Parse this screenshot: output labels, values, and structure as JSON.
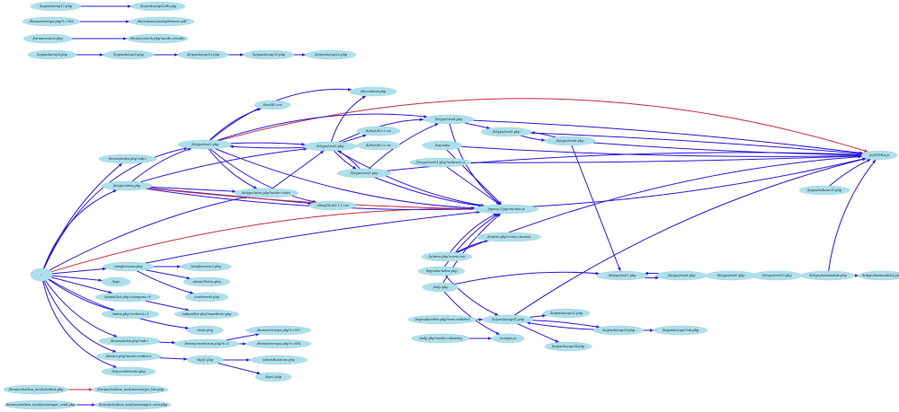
{
  "graph": {
    "colors": {
      "node_fill": "#ade0ec",
      "edge_blue": "#2a1ad6",
      "edge_red": "#c82a42"
    },
    "nodes": [
      {
        "id": "root",
        "label": "/"
      },
      {
        "id": "agenda_cap12",
        "label": "/b/genda/cap12.php"
      },
      {
        "id": "agenda_cap12ok",
        "label": "/b/genda/cap12ok.php"
      },
      {
        "id": "forum_verosa",
        "label": "/forum/verospa.php?t=393"
      },
      {
        "id": "documents",
        "label": "/documents/undsp0fmewe.pdf"
      },
      {
        "id": "forum_search",
        "label": "/forum/search.php"
      },
      {
        "id": "forum_search_results",
        "label": "/forum/search.php?mode=results"
      },
      {
        "id": "agenda_cap8",
        "label": "/b/genda/cap8.php"
      },
      {
        "id": "agenda_cap9",
        "label": "/b/genda/cap9.php"
      },
      {
        "id": "agenda_cap10",
        "label": "/b/genda/cap10.php"
      },
      {
        "id": "agenda_cap21",
        "label": "/b/genda/cap21.php"
      },
      {
        "id": "agenda_cap22",
        "label": "/b/genda/cap22.php"
      },
      {
        "id": "blocontent",
        "label": "/blocontent.php"
      },
      {
        "id": "foot_ess",
        "label": "/foot/B3.css"
      },
      {
        "id": "forum_index_sub",
        "label": "/forum/index.php?sub="
      },
      {
        "id": "typo_test1",
        "label": "/b/typo/test1.php"
      },
      {
        "id": "typo_test2",
        "label": "/b/typo/test2.php"
      },
      {
        "id": "typo_test3",
        "label": "/b/typo/test3.php"
      },
      {
        "id": "typo_test4",
        "label": "/b/typo/test4.php"
      },
      {
        "id": "typo_test5",
        "label": "/b/typo/test5.php"
      },
      {
        "id": "typo_test6",
        "label": "/b/typo/test6.php"
      },
      {
        "id": "typo_test7",
        "label": "/b/typo/test7.php"
      },
      {
        "id": "typo_test8",
        "label": "/b/typo/test8.php"
      },
      {
        "id": "typo_test9",
        "label": "/b/typo/test9.php"
      },
      {
        "id": "typo_test10",
        "label": "/b/typo/test10.php"
      },
      {
        "id": "typo_test01_redir",
        "label": "/b/typo/test01.php?redirect=2"
      },
      {
        "id": "typo_intro",
        "label": "/b/typo/intro.php"
      },
      {
        "id": "typo_intro_mode",
        "label": "/b/typo/intro.php?mode=intro"
      },
      {
        "id": "foot_b2_1",
        "label": "/b/foot/B2-1.css"
      },
      {
        "id": "foot_b2_2",
        "label": "/b/foot/B2-2.css"
      },
      {
        "id": "agenda_root",
        "label": "/b/genda/"
      },
      {
        "id": "skin",
        "label": "/skin/JSLDS-1.1.css"
      },
      {
        "id": "jquery",
        "label": "/jquery-2/jquery-min.js"
      },
      {
        "id": "extra_js",
        "label": "/js/EXTRA.js"
      },
      {
        "id": "agenda_base",
        "label": "/b/genda/base01.php"
      },
      {
        "id": "intro_corso",
        "label": "/b/intro.php?corso=karma"
      },
      {
        "id": "intro_ex",
        "label": "/b/intro.php?corso=ex"
      },
      {
        "id": "agenda_index",
        "label": "/b/genda/index.php"
      },
      {
        "id": "help",
        "label": "/help.php"
      },
      {
        "id": "singlerooms",
        "label": "/singlerooms.php"
      },
      {
        "id": "singlerooms2",
        "label": "/singlerooms2.php"
      },
      {
        "id": "about",
        "label": "/about/Notes.php"
      },
      {
        "id": "b_go",
        "label": "/b/go"
      },
      {
        "id": "codeverdo",
        "label": "/codeverdo.php"
      },
      {
        "id": "admin_cat",
        "label": "/admin/list.php?categoria=P"
      },
      {
        "id": "admin_manif",
        "label": "/admin/list.php?manifesto.php"
      },
      {
        "id": "index_redir",
        "label": "/index.php?redirect=1"
      },
      {
        "id": "stats",
        "label": "/stats.php"
      },
      {
        "id": "forum_index_sub2",
        "label": "/forum/index.php?sub="
      },
      {
        "id": "forum_viewforum",
        "label": "/forum/viewforum.php?f=1"
      },
      {
        "id": "forum_verosa597",
        "label": "/forum/verospa.php?t=597"
      },
      {
        "id": "forum_verosa494",
        "label": "/forum/verospa.php?t=494"
      },
      {
        "id": "intro_mode_redir",
        "label": "/b/intro.php?mode=redirect"
      },
      {
        "id": "ilgo1",
        "label": "/ilgo1.php"
      },
      {
        "id": "identificazione",
        "label": "/identificazione.php"
      },
      {
        "id": "ilgo2",
        "label": "/ilgo2.php"
      },
      {
        "id": "codeverdo2",
        "label": "/b/go/codeverdo.php"
      },
      {
        "id": "agenda_index_redir",
        "label": "/b/genda/index.php?mm=redirect"
      },
      {
        "id": "agenda_cap01",
        "label": "/b/genda/cap01.php"
      },
      {
        "id": "agenda_cap02",
        "label": "/b/genda/cap02.php"
      },
      {
        "id": "agenda_cap03",
        "label": "/b/genda/cap03.php"
      },
      {
        "id": "agenda_cap03ok",
        "label": "/b/genda/cap03ok.php"
      },
      {
        "id": "agenda_cap04",
        "label": "/b/genda/cap04.php"
      },
      {
        "id": "help_mode",
        "label": "/help.php?mode=ekvastiq"
      },
      {
        "id": "scrigno",
        "label": "/scrigno.js"
      },
      {
        "id": "typo_lastmo",
        "label": "/b/typo/lastmodule.php"
      },
      {
        "id": "typo_lastmo2",
        "label": "/b/typo/lastmodule2.php"
      },
      {
        "id": "chatbox_chat",
        "label": "/forum/chatbox_mod/chatbox.php"
      },
      {
        "id": "chatbox_list",
        "label": "/forum/chatbox_mod/messenger_list.php"
      },
      {
        "id": "chatbox_send",
        "label": "/forum/chatbox_mod/messenger_send.php"
      },
      {
        "id": "chatbox_view",
        "label": "/forum/chatbox_mod/messenger_view.php"
      }
    ]
  }
}
